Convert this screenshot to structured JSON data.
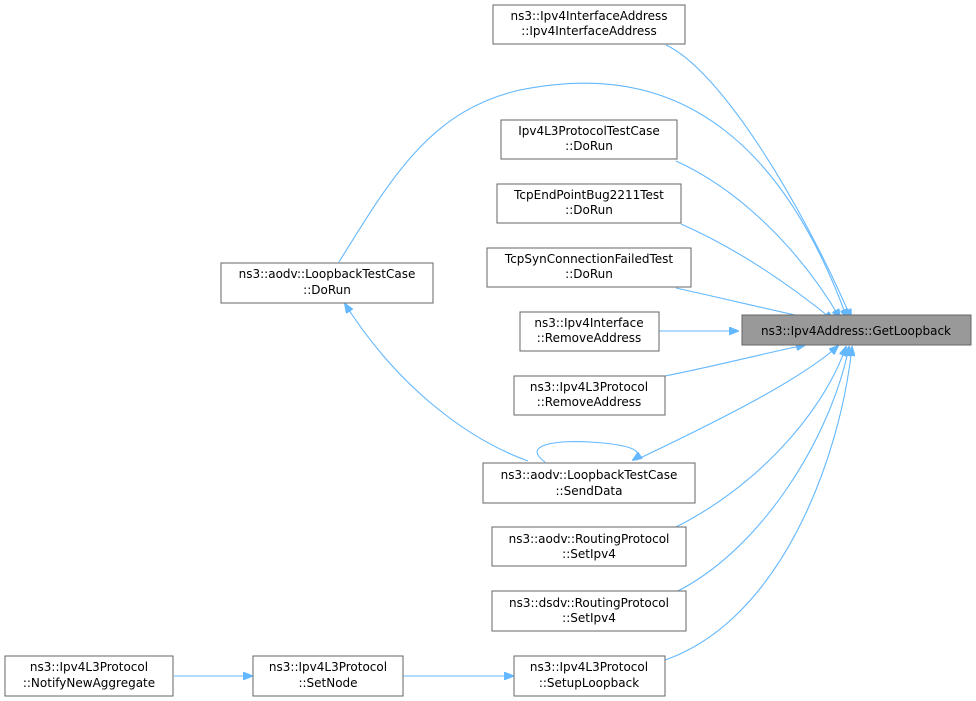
{
  "graph": {
    "target": {
      "line1": "ns3::Ipv4Address::GetLoopback"
    },
    "nodes": {
      "ipv4_interface_address": {
        "line1": "ns3::Ipv4InterfaceAddress",
        "line2": "::Ipv4InterfaceAddress"
      },
      "ipv4l3_test_do_run": {
        "line1": "Ipv4L3ProtocolTestCase",
        "line2": "::DoRun"
      },
      "tcp_bug_do_run": {
        "line1": "TcpEndPointBug2211Test",
        "line2": "::DoRun"
      },
      "tcp_syn_do_run": {
        "line1": "TcpSynConnectionFailedTest",
        "line2": "::DoRun"
      },
      "aodv_loopback_do_run": {
        "line1": "ns3::aodv::LoopbackTestCase",
        "line2": "::DoRun"
      },
      "ipv4_interface_remove": {
        "line1": "ns3::Ipv4Interface",
        "line2": "::RemoveAddress"
      },
      "ipv4l3_remove": {
        "line1": "ns3::Ipv4L3Protocol",
        "line2": "::RemoveAddress"
      },
      "aodv_send_data": {
        "line1": "ns3::aodv::LoopbackTestCase",
        "line2": "::SendData"
      },
      "aodv_set_ipv4": {
        "line1": "ns3::aodv::RoutingProtocol",
        "line2": "::SetIpv4"
      },
      "dsdv_set_ipv4": {
        "line1": "ns3::dsdv::RoutingProtocol",
        "line2": "::SetIpv4"
      },
      "ipv4l3_setup_loopback": {
        "line1": "ns3::Ipv4L3Protocol",
        "line2": "::SetupLoopback"
      },
      "ipv4l3_set_node": {
        "line1": "ns3::Ipv4L3Protocol",
        "line2": "::SetNode"
      },
      "ipv4l3_notify": {
        "line1": "ns3::Ipv4L3Protocol",
        "line2": "::NotifyNewAggregate"
      }
    },
    "colors": {
      "edge": "#63b8ff",
      "target_fill": "#999999",
      "node_border": "#666666"
    }
  }
}
